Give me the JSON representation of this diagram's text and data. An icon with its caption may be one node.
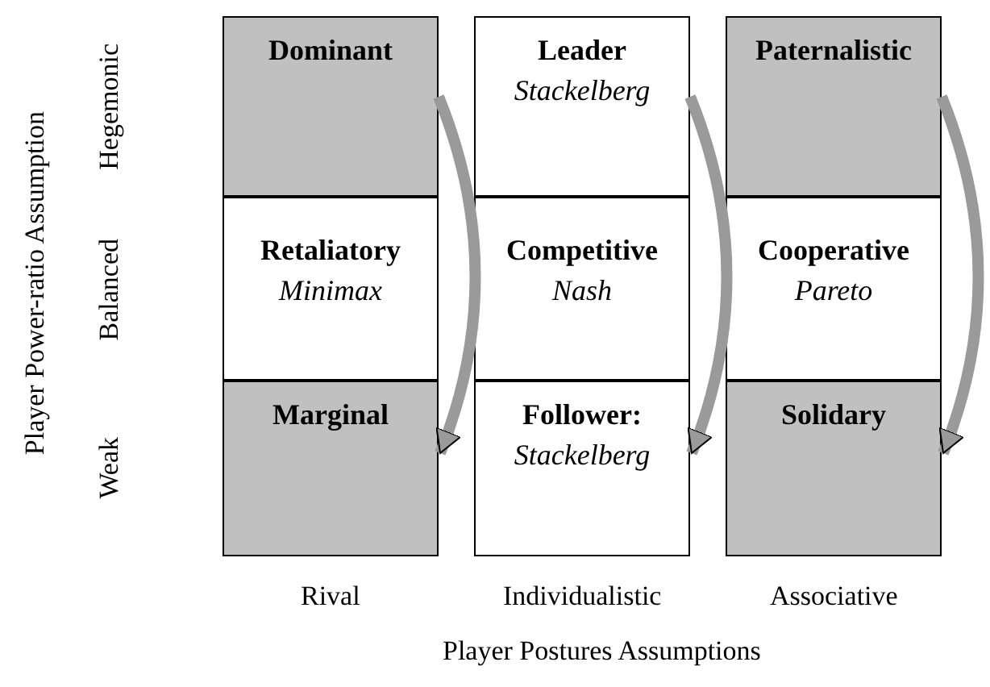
{
  "diagram": {
    "nodes": [
      {
        "text": [
          "Dominant"
        ]
      },
      {
        "text": [
          "Leader",
          "Stackelberg"
        ]
      },
      {
        "text": [
          "Paternalistic"
        ]
      },
      {
        "text": [
          "Retaliatory",
          "Minimax"
        ]
      },
      {
        "text": [
          "Competitive",
          "Nash"
        ]
      },
      {
        "text": [
          "Cooperative",
          "Pareto"
        ]
      },
      {
        "text": [
          "Marginal"
        ]
      },
      {
        "text": [
          "Follower:",
          "Stackelberg"
        ]
      },
      {
        "text": [
          "Solidary"
        ]
      }
    ],
    "edges": [
      {
        "from": 0,
        "to": 6,
        "arrow": "to"
      },
      {
        "from": 1,
        "to": 7,
        "arrow": "to"
      },
      {
        "from": 2,
        "to": 8,
        "arrow": "to"
      }
    ],
    "labels": [
      "Player Power-ratio Assumption",
      "Hegemonic",
      "Balanced",
      "Weak",
      "Rival",
      "Individualistic",
      "Associative",
      "Player Postures Assumptions"
    ]
  }
}
